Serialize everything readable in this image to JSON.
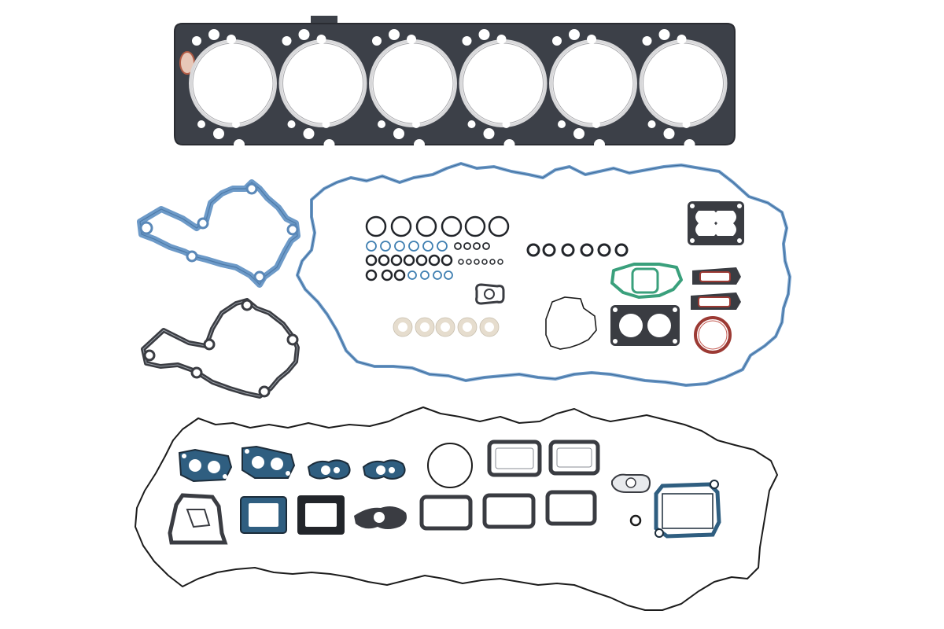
{
  "colors": {
    "background": "#ffffff",
    "head_gasket": "#3c4048",
    "blue_gasket": "#6d9ac8",
    "dark_gasket": "#3a3c42",
    "black_line": "#1c1c1c",
    "green_gasket": "#3aa07c",
    "red_seal": "#9c3a34",
    "o_ring_black": "#22252a",
    "o_ring_blue": "#3f7fb1",
    "beige_seal": "#e6ddce",
    "teal_gasket": "#2f5e80"
  },
  "parts": {
    "head_gasket": "cylinder-head-gasket",
    "cylinder_count": 6,
    "water_pump_gaskets": 2,
    "valve_cover_gasket": "blue-outline-gasket",
    "oil_pan_gasket": "black-outline-gasket"
  }
}
